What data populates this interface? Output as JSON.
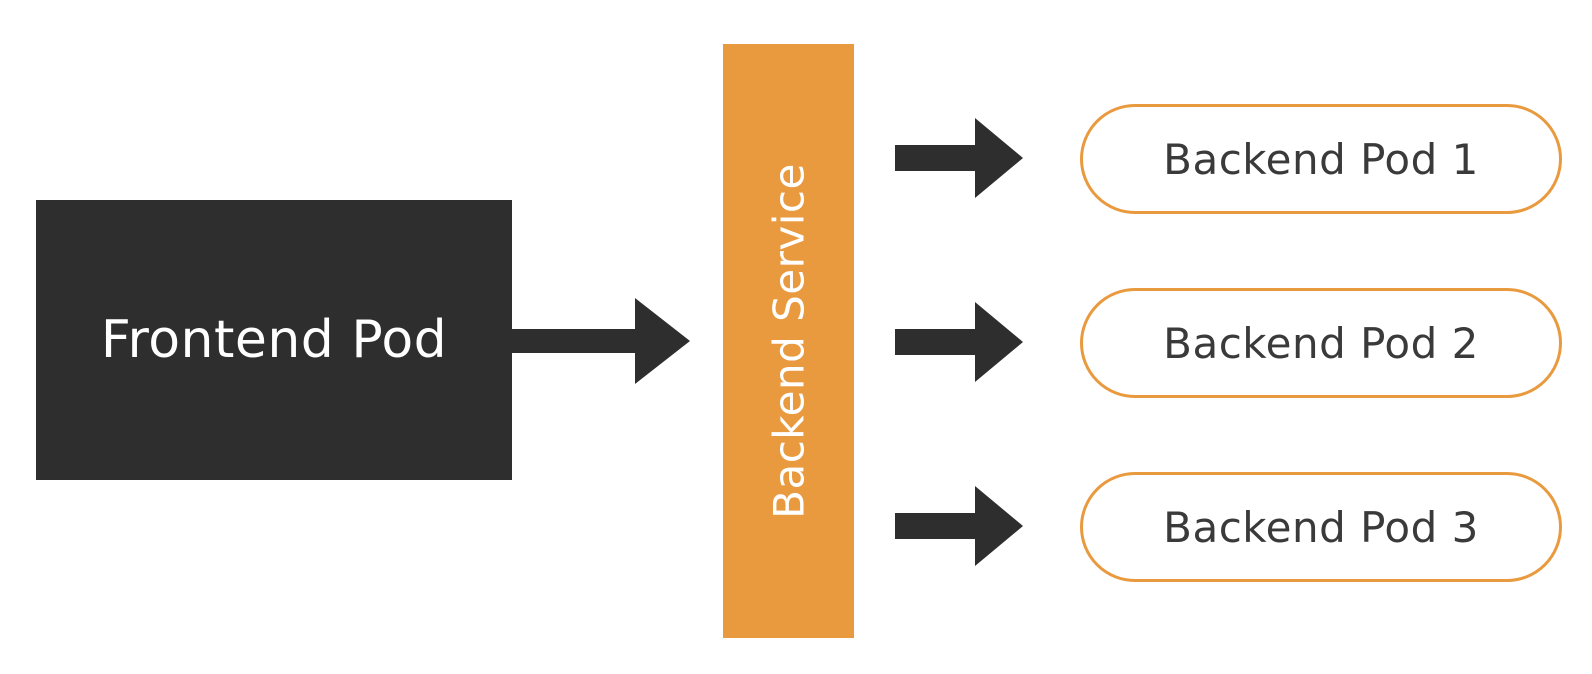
{
  "frontend": {
    "label": "Frontend Pod"
  },
  "service": {
    "label": "Backend Service"
  },
  "backends": [
    {
      "label": "Backend Pod 1"
    },
    {
      "label": "Backend Pod 2"
    },
    {
      "label": "Backend Pod 3"
    }
  ],
  "colors": {
    "frontend_fill": "#2e2e2f",
    "service_fill": "#e99a3f",
    "backend_border": "#e99a3f",
    "arrow": "#2e2e2f"
  }
}
